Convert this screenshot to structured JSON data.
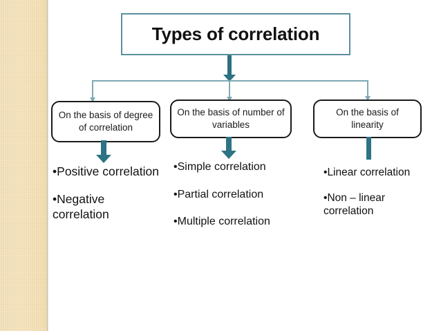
{
  "slide": {
    "title": "Types of correlation",
    "accent_color": "#2d7384",
    "title_border_color": "#5c8f9e",
    "box_border_color": "#1a1a1a",
    "sidebar_color": "#f2dfb5",
    "background_color": "#ffffff",
    "connector_thin_color": "#7fa9b4"
  },
  "categories": [
    {
      "id": "degree",
      "label": "On the basis of degree of correlation"
    },
    {
      "id": "number",
      "label": "On the basis of number of variables"
    },
    {
      "id": "linearity",
      "label": "On the basis of linearity"
    }
  ],
  "columns": [
    {
      "id": "degree-items",
      "items": [
        {
          "bullet": "•",
          "text": "Positive correlation"
        },
        {
          "bullet": "•",
          "text": "Negative correlation"
        }
      ]
    },
    {
      "id": "number-items",
      "items": [
        {
          "bullet": "•",
          "text": "Simple correlation"
        },
        {
          "bullet": "•",
          "text": "Partial correlation"
        },
        {
          "bullet": "•",
          "text": "Multiple correlation"
        }
      ]
    },
    {
      "id": "linearity-items",
      "items": [
        {
          "bullet": "•",
          "text": "Linear correlation"
        },
        {
          "bullet": "•",
          "text": "Non – linear correlation"
        }
      ]
    }
  ]
}
